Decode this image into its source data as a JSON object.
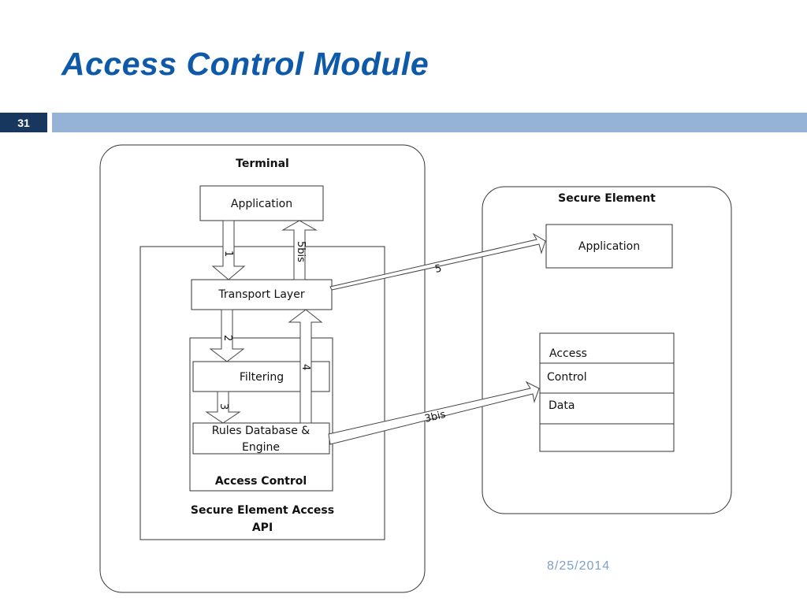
{
  "slide": {
    "title": "Access Control Module",
    "number": "31",
    "date": "8/25/2014"
  },
  "diagram": {
    "terminal": {
      "label": "Terminal",
      "application": "Application",
      "api_label_line1": "Secure Element Access",
      "api_label_line2": "API",
      "transport_layer": "Transport Layer",
      "access_control": {
        "label": "Access Control",
        "filtering": "Filtering",
        "rules_line1": "Rules Database &",
        "rules_line2": "Engine"
      }
    },
    "secure_element": {
      "label": "Secure Element",
      "application": "Application",
      "ac_data": [
        "Access",
        "Control",
        "Data"
      ]
    },
    "arrows": {
      "a1": "1",
      "a2": "2",
      "a3": "3",
      "a4": "4",
      "a5": "5",
      "a5bis": "5bis",
      "a3bis": "3bis"
    }
  }
}
